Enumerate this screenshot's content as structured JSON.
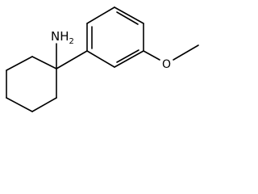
{
  "molecule": {
    "atoms": {
      "amine_main": "NH",
      "amine_subscript": "2",
      "oxygen": "O"
    }
  }
}
